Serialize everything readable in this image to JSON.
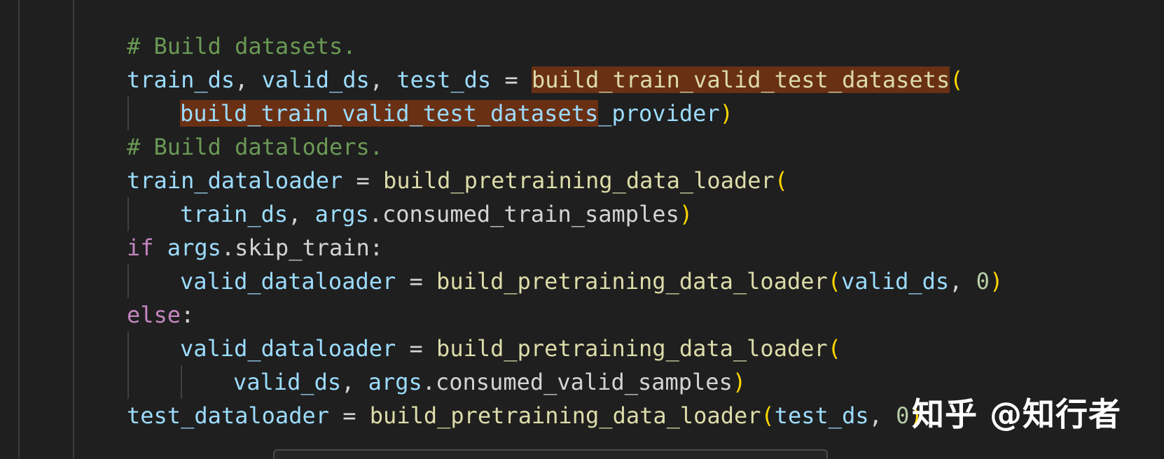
{
  "editor": {
    "lines": [
      {
        "tokens": [
          {
            "type": "comment",
            "text": "# Build datasets."
          }
        ]
      },
      {
        "tokens": [
          {
            "type": "var",
            "text": "train_ds"
          },
          {
            "type": "plain",
            "text": ", "
          },
          {
            "type": "var",
            "text": "valid_ds"
          },
          {
            "type": "plain",
            "text": ", "
          },
          {
            "type": "var",
            "text": "test_ds"
          },
          {
            "type": "plain",
            "text": " = "
          },
          {
            "type": "fn",
            "text": "build_train_valid_test_datasets",
            "highlight": true
          },
          {
            "type": "paren",
            "text": "("
          }
        ]
      },
      {
        "tokens": [
          {
            "type": "var",
            "text": "build_train_valid_test_datasets",
            "highlight": true
          },
          {
            "type": "var",
            "text": "_provider"
          },
          {
            "type": "paren",
            "text": ")"
          }
        ]
      },
      {
        "tokens": [
          {
            "type": "comment",
            "text": "# Build dataloders."
          }
        ]
      },
      {
        "tokens": [
          {
            "type": "var",
            "text": "train_dataloader"
          },
          {
            "type": "plain",
            "text": " = "
          },
          {
            "type": "fn",
            "text": "build_pretraining_data_loader"
          },
          {
            "type": "paren",
            "text": "("
          }
        ]
      },
      {
        "tokens": [
          {
            "type": "var",
            "text": "train_ds"
          },
          {
            "type": "plain",
            "text": ", "
          },
          {
            "type": "var",
            "text": "args"
          },
          {
            "type": "plain",
            "text": ".consumed_train_samples"
          },
          {
            "type": "paren",
            "text": ")"
          }
        ]
      },
      {
        "tokens": [
          {
            "type": "kw",
            "text": "if"
          },
          {
            "type": "plain",
            "text": " "
          },
          {
            "type": "var",
            "text": "args"
          },
          {
            "type": "plain",
            "text": ".skip_train:"
          }
        ]
      },
      {
        "tokens": [
          {
            "type": "var",
            "text": "valid_dataloader"
          },
          {
            "type": "plain",
            "text": " = "
          },
          {
            "type": "fn",
            "text": "build_pretraining_data_loader"
          },
          {
            "type": "paren",
            "text": "("
          },
          {
            "type": "var",
            "text": "valid_ds"
          },
          {
            "type": "plain",
            "text": ", "
          },
          {
            "type": "num",
            "text": "0"
          },
          {
            "type": "paren",
            "text": ")"
          }
        ]
      },
      {
        "tokens": [
          {
            "type": "kw",
            "text": "else"
          },
          {
            "type": "plain",
            "text": ":"
          }
        ]
      },
      {
        "tokens": [
          {
            "type": "var",
            "text": "valid_dataloader"
          },
          {
            "type": "plain",
            "text": " = "
          },
          {
            "type": "fn",
            "text": "build_pretraining_data_loader"
          },
          {
            "type": "paren",
            "text": "("
          }
        ]
      },
      {
        "tokens": [
          {
            "type": "var",
            "text": "valid_ds"
          },
          {
            "type": "plain",
            "text": ", "
          },
          {
            "type": "var",
            "text": "args"
          },
          {
            "type": "plain",
            "text": ".consumed_valid_samples"
          },
          {
            "type": "paren",
            "text": ")"
          }
        ]
      },
      {
        "tokens": [
          {
            "type": "var",
            "text": "test_dataloader"
          },
          {
            "type": "plain",
            "text": " = "
          },
          {
            "type": "fn",
            "text": "build_pretraining_data_loader"
          },
          {
            "type": "paren",
            "text": "("
          },
          {
            "type": "var",
            "text": "test_ds"
          },
          {
            "type": "plain",
            "text": ", "
          },
          {
            "type": "num",
            "text": "0"
          },
          {
            "type": "paren",
            "text": ")"
          }
        ]
      }
    ]
  },
  "watermark": {
    "text": "知乎 @知行者"
  },
  "colors": {
    "background": "#1f1f1f",
    "comment": "#6a9955",
    "variable": "#9cdcfe",
    "function": "#dcdcaa",
    "keyword": "#c586c0",
    "number": "#b5cea8",
    "bracket": "#ffd700",
    "highlight": "#6a3014"
  }
}
